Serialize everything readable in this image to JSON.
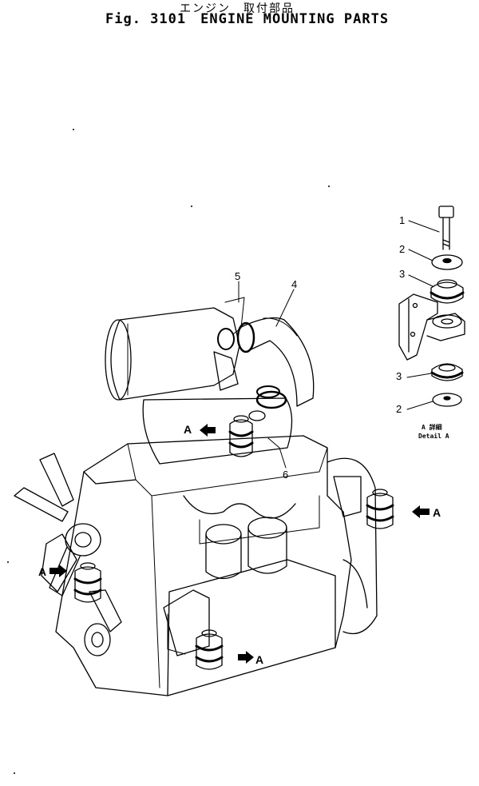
{
  "header": {
    "japanese_title": "エンジン　取付部品",
    "fig_label": "Fig. 3101",
    "english_title": "ENGINE MOUNTING PARTS"
  },
  "callouts": [
    {
      "label": "1"
    },
    {
      "label": "2"
    },
    {
      "label": "3"
    },
    {
      "label": "3"
    },
    {
      "label": "2"
    },
    {
      "label": "4"
    },
    {
      "label": "5"
    },
    {
      "label": "6"
    }
  ],
  "view_arrows": [
    {
      "label": "A"
    },
    {
      "label": "A"
    },
    {
      "label": "A"
    },
    {
      "label": "A"
    }
  ],
  "detail_caption": {
    "japanese": "A 詳細",
    "english": "Detail A"
  }
}
